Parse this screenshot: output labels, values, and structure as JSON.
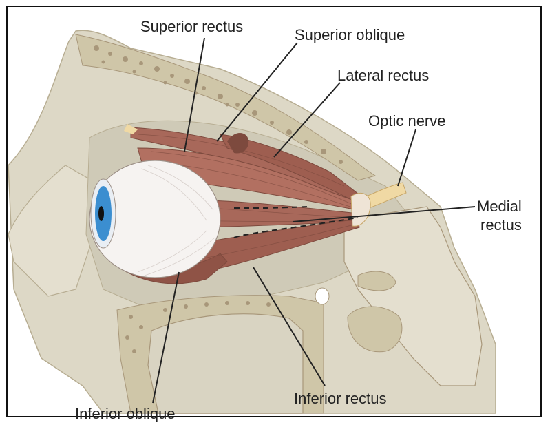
{
  "diagram": {
    "labels": {
      "superior_rectus": "Superior rectus",
      "superior_oblique": "Superior oblique",
      "lateral_rectus": "Lateral rectus",
      "optic_nerve": "Optic nerve",
      "medial_rectus_line1": "Medial",
      "medial_rectus_line2": "rectus",
      "inferior_rectus": "Inferior rectus",
      "inferior_oblique": "Inferior oblique"
    },
    "colors": {
      "bone": "#ddd8c6",
      "bone_dark": "#cfc6a8",
      "bone_speckle": "#a8977a",
      "cavity": "#cfcab7",
      "muscle": "#a8685a",
      "muscle_dark": "#7d4a3e",
      "tendon": "#efe4d6",
      "sclera": "#f6f3f1",
      "iris": "#3b8ed0",
      "nerve": "#f0d9a4",
      "leader": "#222222"
    }
  }
}
